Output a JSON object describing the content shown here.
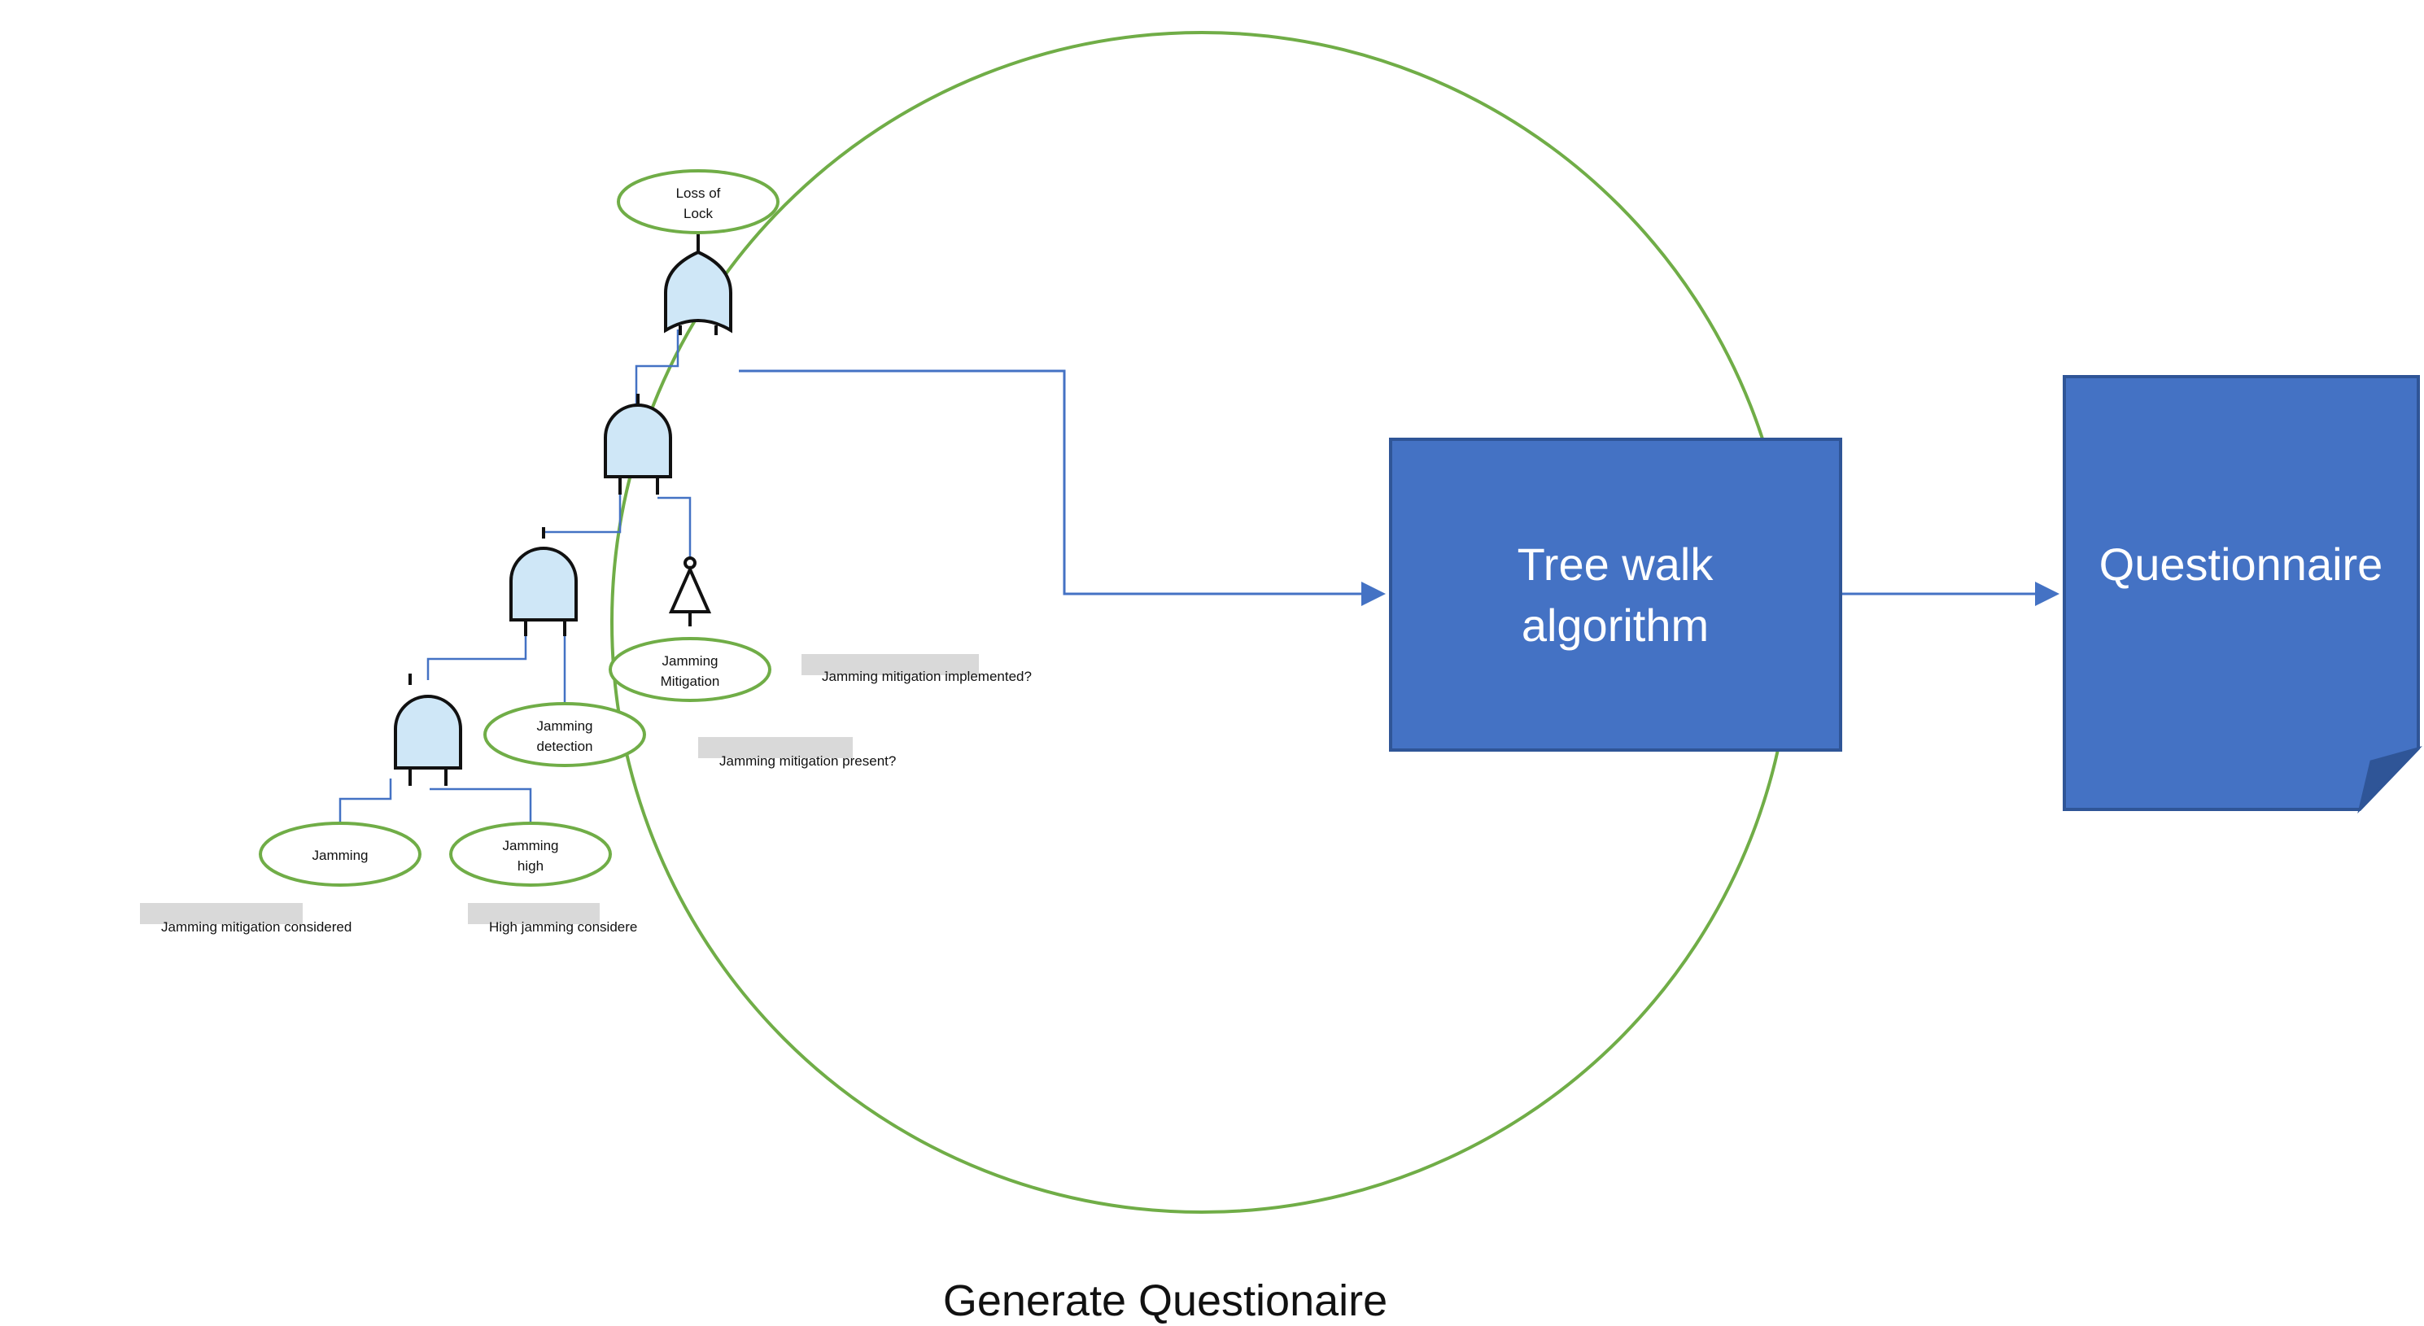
{
  "colors": {
    "circle_stroke": "#70ad47",
    "event_stroke": "#70ad47",
    "gate_fill": "#cfe7f7",
    "gate_stroke": "#111111",
    "connector": "#4472c4",
    "box_fill": "#4472c4",
    "box_stroke": "#2f5597",
    "note_highlight": "#d9d9d9"
  },
  "fault_tree": {
    "top_event": {
      "line1": "Loss of",
      "line2": "Lock"
    },
    "jamming_mitigation": {
      "line1": "Jamming",
      "line2": "Mitigation"
    },
    "jamming_detection": {
      "line1": "Jamming",
      "line2": "detection"
    },
    "jamming": {
      "line1": "Jamming"
    },
    "jamming_high": {
      "line1": "Jamming",
      "line2": "high"
    },
    "gates": [
      "or-gate",
      "and-gate",
      "and-gate",
      "and-gate",
      "not-gate"
    ]
  },
  "notes": {
    "mitigation_implemented": "Jamming mitigation implemented?",
    "mitigation_present": "Jamming mitigation present?",
    "mitigation_considered": "Jamming mitigation considered",
    "high_jamming_considered": "High jamming considere"
  },
  "process": {
    "algorithm_line1": "Tree walk",
    "algorithm_line2": "algorithm",
    "output": "Questionnaire"
  },
  "caption": "Generate Questionaire"
}
